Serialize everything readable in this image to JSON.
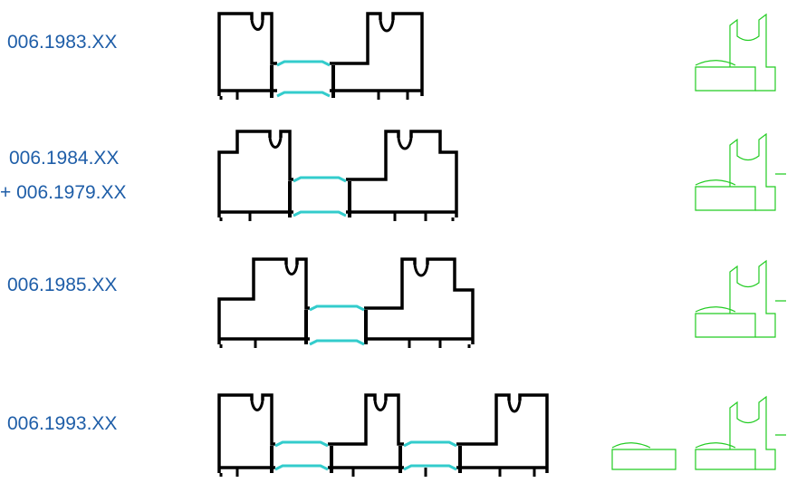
{
  "labels": {
    "row1": "006.1983.XX",
    "row2_a": "006.1984.XX",
    "row2_b": "+ 006.1979.XX",
    "row3": "006.1985.XX",
    "row4": "006.1993.XX"
  },
  "colors": {
    "label": "#1f5ea8",
    "profile_stroke": "#000000",
    "thermal_break": "#33cccc",
    "glazing_outline": "#22cc22"
  },
  "icons": [
    "profile-section-drawing",
    "thermal-break-icon",
    "glazing-bead-outline"
  ]
}
